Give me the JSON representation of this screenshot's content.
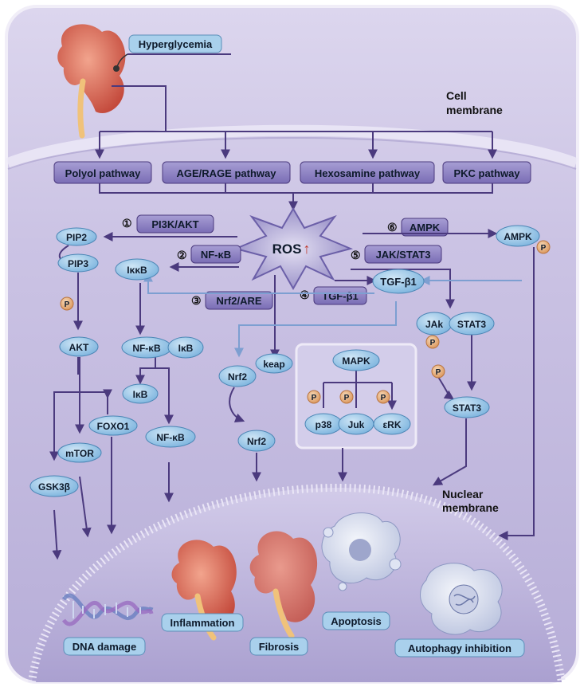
{
  "colors": {
    "cell": "#cfc8e6",
    "nucleus": "#b9b0d9",
    "arrow_dark": "#4b3a7e",
    "arrow_light": "#7d9fd1",
    "pathway_box": "#8a7ec0",
    "node": "#8fc3e6",
    "phospho": "#e9b27d",
    "ros_up": "#c0392b"
  },
  "labels": {
    "hyperglycemia": "Hyperglycemia",
    "cell_membrane_1": "Cell",
    "cell_membrane_2": "membrane",
    "nuclear_membrane_1": "Nuclear",
    "nuclear_membrane_2": "membrane",
    "ros": "ROS",
    "ros_arrow": "↑",
    "phospho": "P"
  },
  "pathways": [
    "Polyol pathway",
    "AGE/RAGE pathway",
    "Hexosamine pathway",
    "PKC pathway"
  ],
  "signaling": [
    {
      "num": "①",
      "name": "PI3K/AKT"
    },
    {
      "num": "②",
      "name": "NF-κB"
    },
    {
      "num": "③",
      "name": "Nrf2/ARE"
    },
    {
      "num": "④",
      "name": "TGF-β1"
    },
    {
      "num": "⑤",
      "name": "JAK/STAT3"
    },
    {
      "num": "⑥",
      "name": "AMPK"
    }
  ],
  "nodes": {
    "pip2": "PIP2",
    "pip3": "PIP3",
    "akt": "AKT",
    "foxo1": "FOXO1",
    "mtor": "mTOR",
    "gsk3b": "GSK3β",
    "ikkb": "IκκB",
    "nfkb_complex": "NF-κB",
    "ikb_complex": "IκB",
    "ikb": "IκB",
    "nfkb": "NF-κB",
    "nrf2_a": "Nrf2",
    "keap": "keap",
    "nrf2_b": "Nrf2",
    "tgfb1": "TGF-β1",
    "mapk": "MAPK",
    "p38": "p38",
    "juk": "Juk",
    "erk": "εRK",
    "jak": "JAk",
    "stat3_a": "STAT3",
    "stat3_b": "STAT3",
    "ampk": "AMPK"
  },
  "outcomes": {
    "dna": "DNA damage",
    "inflammation": "Inflammation",
    "fibrosis": "Fibrosis",
    "apoptosis": "Apoptosis",
    "autophagy": "Autophagy inhibition"
  }
}
